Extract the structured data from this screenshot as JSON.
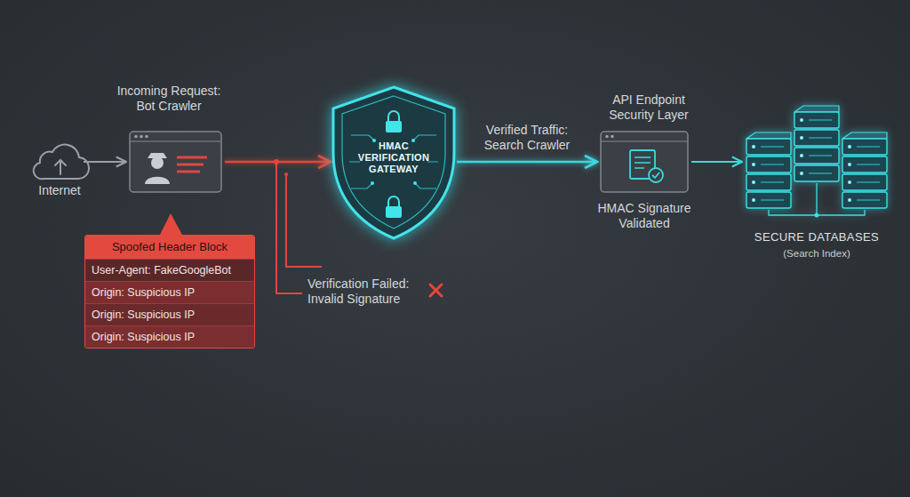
{
  "diagram": {
    "nodes": [
      {
        "text": [
          "Internet"
        ]
      },
      {
        "text": [
          "Incoming Request: Bot Crawler"
        ]
      },
      {
        "text": [
          "Spoofed Header Block",
          "User-Agent: FakeGoogleBot",
          "Origin: Suspicious IP",
          "Origin: Suspicious IP",
          "Origin: Suspicious IP"
        ]
      },
      {
        "text": [
          "HMAC VERIFICATION GATEWAY"
        ]
      },
      {
        "text": [
          "API Endpoint Security Layer",
          "HMAC Signature Validated"
        ]
      },
      {
        "text": [
          "SECURE DATABASES",
          "(Search Index)"
        ]
      }
    ],
    "edges": [
      {
        "from": 0,
        "to": 1,
        "arrow": "to"
      },
      {
        "from": 1,
        "to": 3,
        "arrow": "to"
      },
      {
        "from": 3,
        "to": 4,
        "label": "Verified Traffic: Search Crawler",
        "arrow": "to"
      },
      {
        "from": 4,
        "to": 5,
        "arrow": "to"
      }
    ],
    "labels": [
      "Verification Failed: Invalid Signature"
    ]
  }
}
